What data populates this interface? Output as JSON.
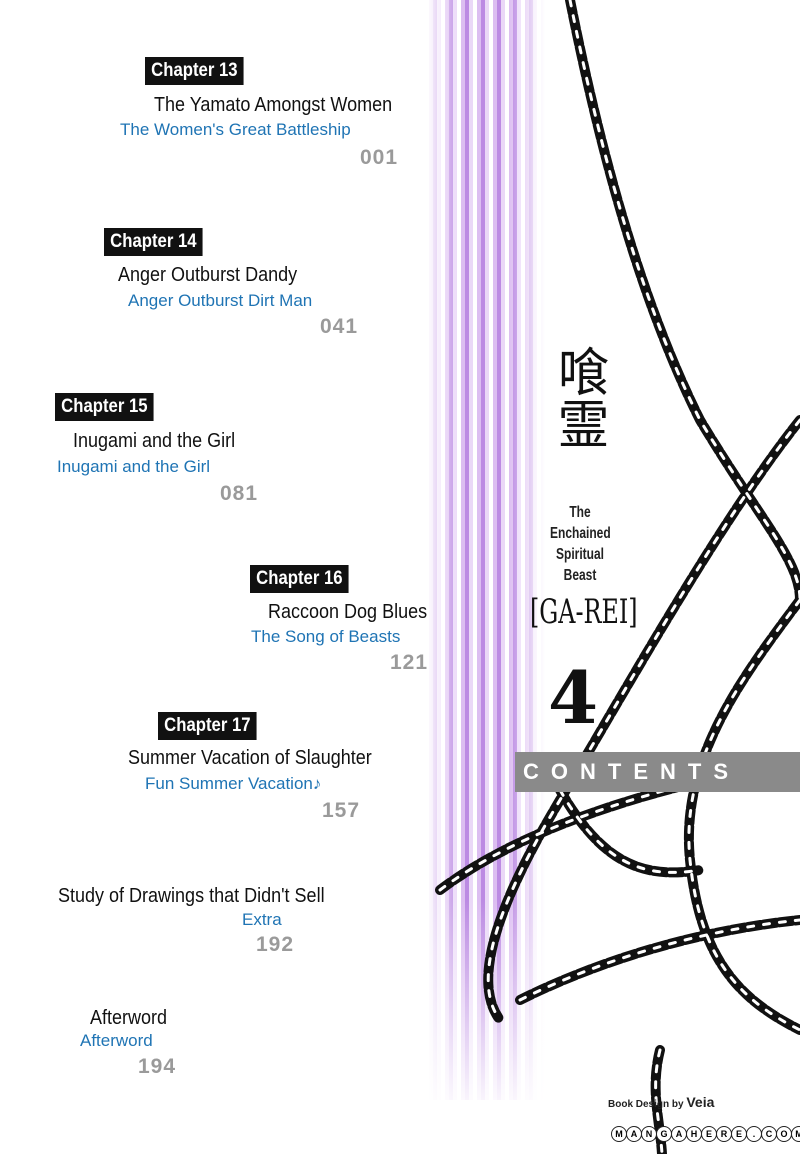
{
  "header": {
    "kanji_title": "喰霊",
    "subtitle_lines": [
      "The",
      "Enchained",
      "Spiritual",
      "Beast"
    ],
    "series_name": "[GA-REI]",
    "volume": "4",
    "contents_label": "CONTENTS"
  },
  "entries": [
    {
      "badge": "Chapter 13",
      "title": "The Yamato Amongst Women",
      "subtitle": "The Women's Great Battleship",
      "page": "001"
    },
    {
      "badge": "Chapter 14",
      "title": "Anger Outburst Dandy",
      "subtitle": "Anger Outburst Dirt Man",
      "page": "041"
    },
    {
      "badge": "Chapter 15",
      "title": "Inugami and the Girl",
      "subtitle": "Inugami and the Girl",
      "page": "081"
    },
    {
      "badge": "Chapter 16",
      "title": "Raccoon Dog Blues",
      "subtitle": "The Song of Beasts",
      "page": "121"
    },
    {
      "badge": "Chapter 17",
      "title": "Summer Vacation of Slaughter",
      "subtitle": "Fun Summer Vacation♪",
      "page": "157"
    },
    {
      "title": "Study of Drawings that Didn't Sell",
      "subtitle": "Extra",
      "page": "192"
    },
    {
      "title": "Afterword",
      "subtitle": "Afterword",
      "page": "194"
    }
  ],
  "credits": {
    "label": "Book Design by",
    "designer": "Veia"
  },
  "watermark": "MANGAHERE.COM",
  "colors": {
    "badge": "#111111",
    "subtitle": "#1f74b4",
    "page": "#9a9a9a",
    "stripe": "#b57fe0",
    "contents_bar": "#8a8a8a"
  }
}
